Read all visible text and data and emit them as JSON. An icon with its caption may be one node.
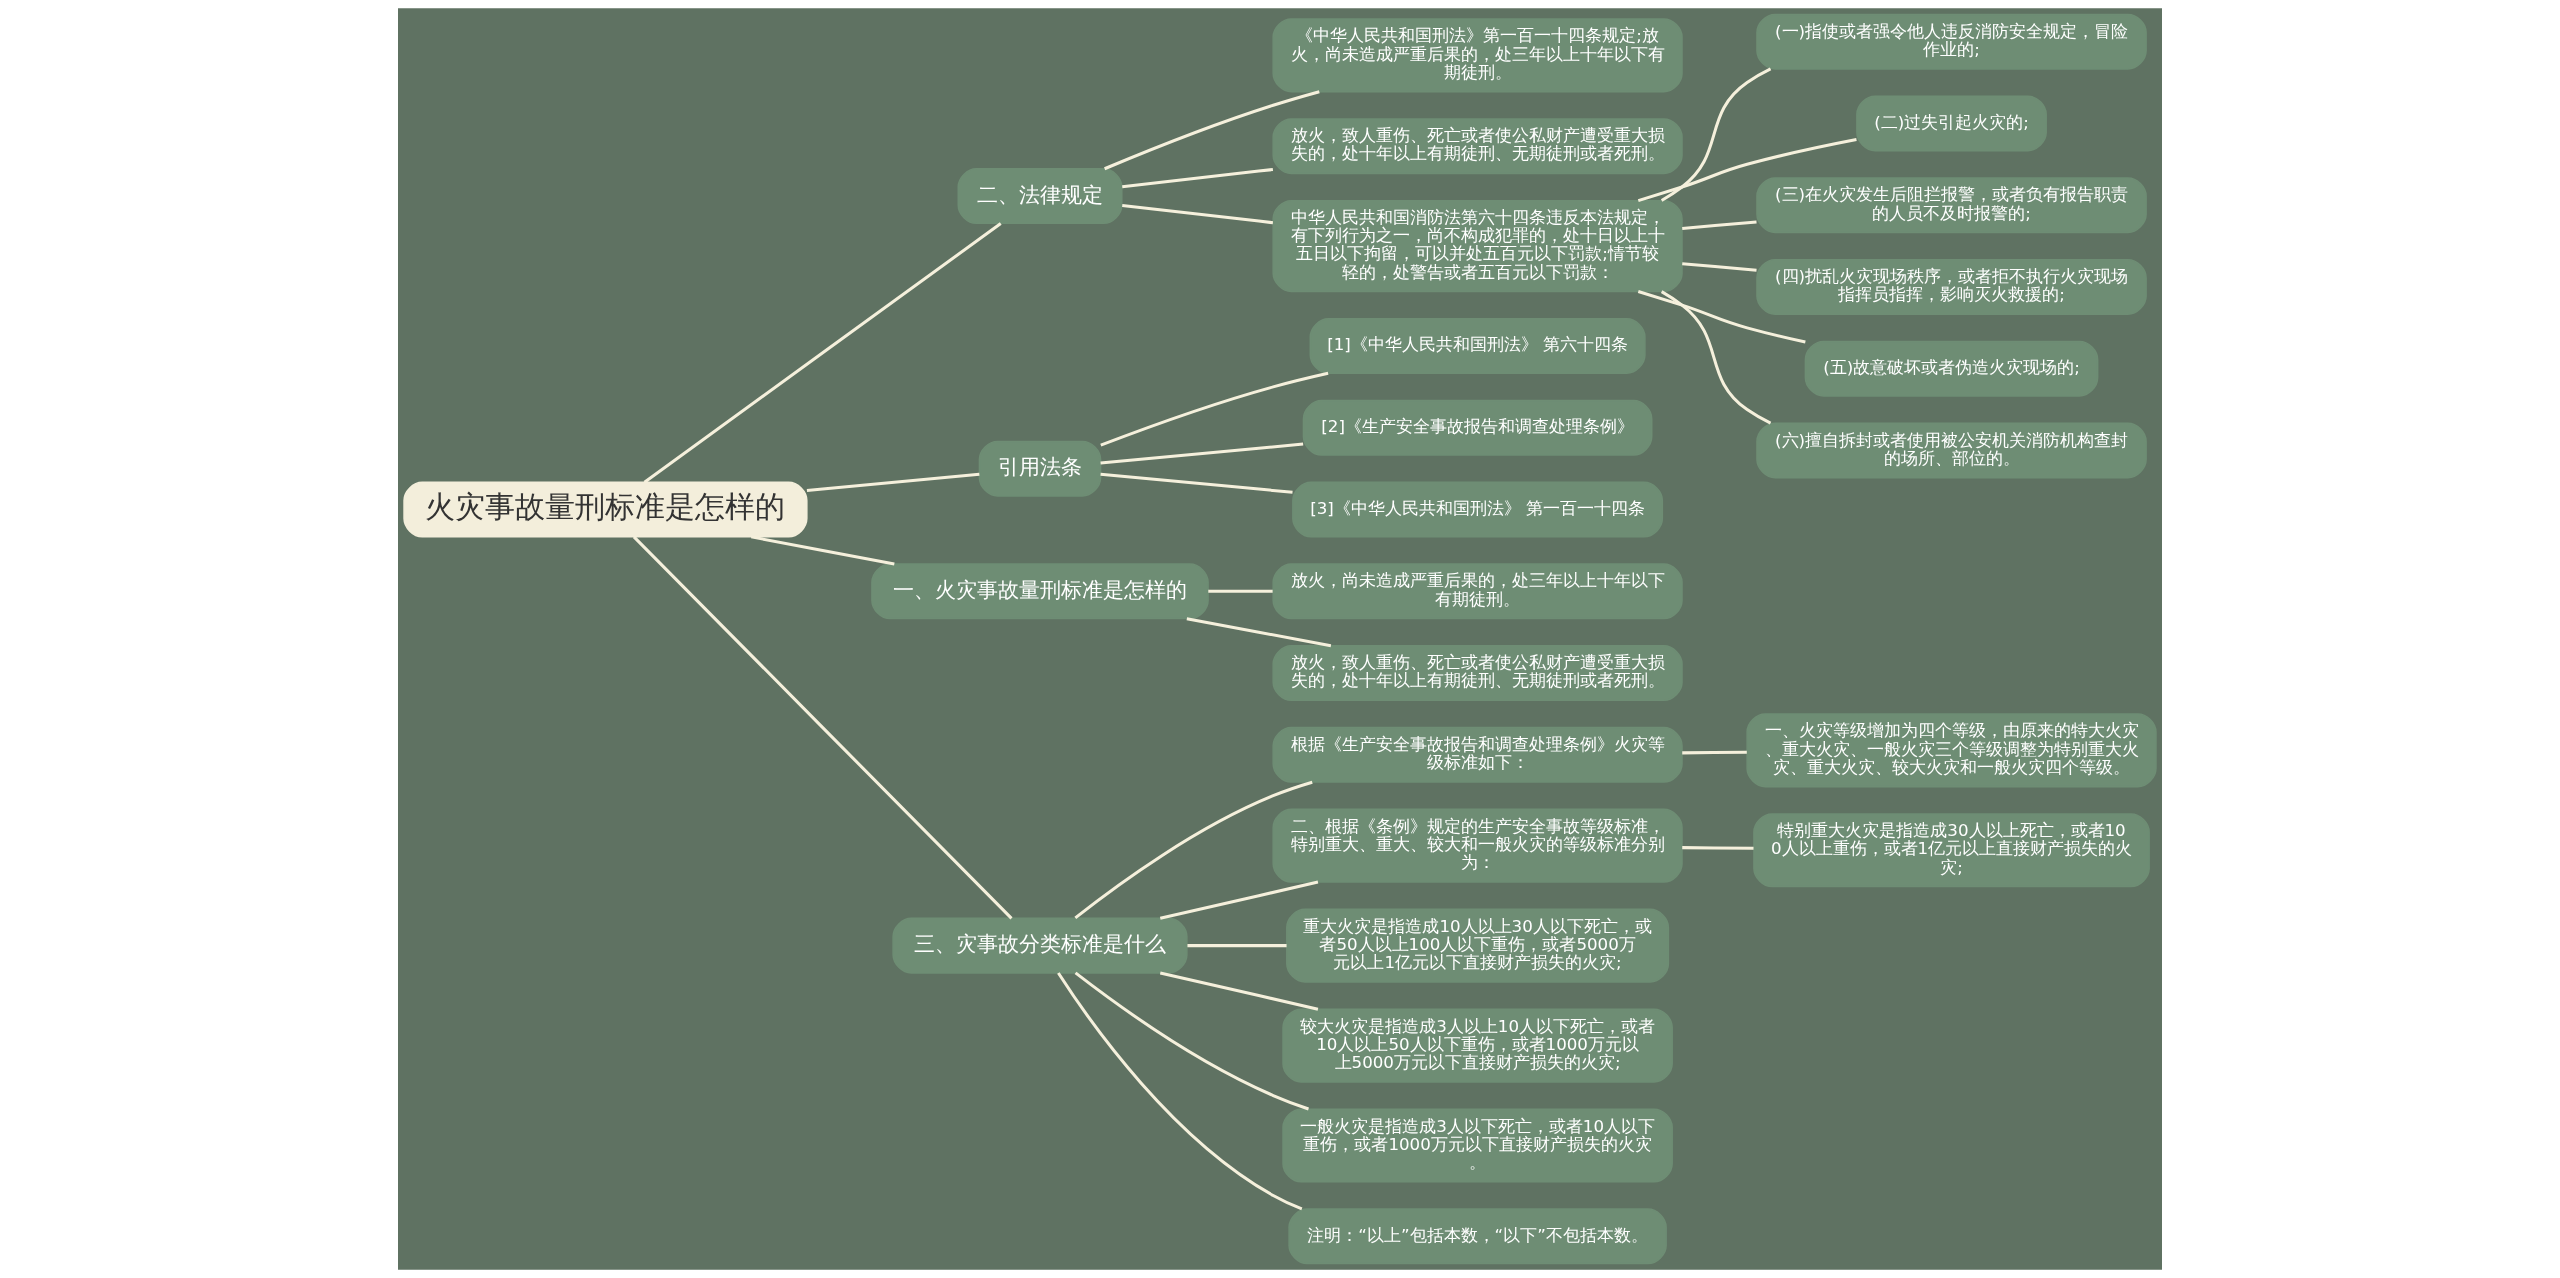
{
  "diagram": {
    "nodes": [
      {
        "text": [
          "火灾事故量刑标准是怎样的"
        ]
      },
      {
        "text": [
          "二、法律规定"
        ]
      },
      {
        "text": [
          "《中华人民共和国刑法》第一百一十四条规定;放火，尚未造成严重后果的，处三年以上十年以下有期徒刑。"
        ]
      },
      {
        "text": [
          "放火，致人重伤、死亡或者使公私财产遭受重大损失的，处十年以上有期徒刑、无期徒刑或者死刑。"
        ]
      },
      {
        "text": [
          "中华人民共和国消防法第六十四条违反本法规定，有下列行为之一，尚不构成犯罪的，处十日以上十五日以下拘留，可以并处五百元以下罚款;情节较轻的，处警告或者五百元以下罚款："
        ]
      },
      {
        "text": [
          "(一)指使或者强令他人违反消防安全规定，冒险作业的;"
        ]
      },
      {
        "text": [
          "(二)过失引起火灾的;"
        ]
      },
      {
        "text": [
          "(三)在火灾发生后阻拦报警，或者负有报告职责的人员不及时报警的;"
        ]
      },
      {
        "text": [
          "(四)扰乱火灾现场秩序，或者拒不执行火灾现场指挥员指挥，影响灭火救援的;"
        ]
      },
      {
        "text": [
          "(五)故意破坏或者伪造火灾现场的;"
        ]
      },
      {
        "text": [
          "(六)擅自拆封或者使用被公安机关消防机构查封的场所、部位的。"
        ]
      },
      {
        "text": [
          "引用法条"
        ]
      },
      {
        "text": [
          "[1]《中华人民共和国刑法》 第六十四条"
        ]
      },
      {
        "text": [
          "[2]《生产安全事故报告和调查处理条例》"
        ]
      },
      {
        "text": [
          "[3]《中华人民共和国刑法》 第一百一十四条"
        ]
      },
      {
        "text": [
          "一、火灾事故量刑标准是怎样的"
        ]
      },
      {
        "text": [
          "放火，尚未造成严重后果的，处三年以上十年以下有期徒刑。"
        ]
      },
      {
        "text": [
          "放火，致人重伤、死亡或者使公私财产遭受重大损失的，处十年以上有期徒刑、无期徒刑或者死刑。"
        ]
      },
      {
        "text": [
          "三、灾事故分类标准是什么"
        ]
      },
      {
        "text": [
          "根据《生产安全事故报告和调查处理条例》火灾等级标准如下："
        ]
      },
      {
        "text": [
          "一、火灾等级增加为四个等级，由原来的特大火灾、重大火灾、一般火灾三个等级调整为特别重大火灾、重大火灾、较大火灾和一般火灾四个等级。"
        ]
      },
      {
        "text": [
          "二、根据《条例》规定的生产安全事故等级标准，特别重大、重大、较大和一般火灾的等级标准分别为："
        ]
      },
      {
        "text": [
          "特别重大火灾是指造成30人以上死亡，或者100人以上重伤，或者1亿元以上直接财产损失的火灾;"
        ]
      },
      {
        "text": [
          "重大火灾是指造成10人以上30人以下死亡，或者50人以上100人以下重伤，或者5000万元以上1亿元以下直接财产损失的火灾;"
        ]
      },
      {
        "text": [
          "较大火灾是指造成3人以上10人以下死亡，或者10人以上50人以下重伤，或者1000万元以上5000万元以下直接财产损失的火灾;"
        ]
      },
      {
        "text": [
          "一般火灾是指造成3人以下死亡，或者10人以下重伤，或者1000万元以下直接财产损失的火灾。"
        ]
      },
      {
        "text": [
          "注明：“以上”包括本数，“以下”不包括本数。"
        ]
      }
    ],
    "edges": [
      {
        "from": 0,
        "to": 1,
        "arrow": "none"
      },
      {
        "from": 1,
        "to": 2,
        "arrow": "none"
      },
      {
        "from": 1,
        "to": 3,
        "arrow": "none"
      },
      {
        "from": 1,
        "to": 4,
        "arrow": "none"
      },
      {
        "from": 4,
        "to": 5,
        "arrow": "none"
      },
      {
        "from": 4,
        "to": 6,
        "arrow": "none"
      },
      {
        "from": 4,
        "to": 7,
        "arrow": "none"
      },
      {
        "from": 4,
        "to": 8,
        "arrow": "none"
      },
      {
        "from": 4,
        "to": 9,
        "arrow": "none"
      },
      {
        "from": 4,
        "to": 10,
        "arrow": "none"
      },
      {
        "from": 0,
        "to": 11,
        "arrow": "none"
      },
      {
        "from": 11,
        "to": 12,
        "arrow": "none"
      },
      {
        "from": 11,
        "to": 13,
        "arrow": "none"
      },
      {
        "from": 11,
        "to": 14,
        "arrow": "none"
      },
      {
        "from": 0,
        "to": 15,
        "arrow": "none"
      },
      {
        "from": 15,
        "to": 16,
        "arrow": "none"
      },
      {
        "from": 15,
        "to": 17,
        "arrow": "none"
      },
      {
        "from": 0,
        "to": 18,
        "arrow": "none"
      },
      {
        "from": 18,
        "to": 19,
        "arrow": "none"
      },
      {
        "from": 19,
        "to": 20,
        "arrow": "none"
      },
      {
        "from": 18,
        "to": 21,
        "arrow": "none"
      },
      {
        "from": 21,
        "to": 22,
        "arrow": "none"
      },
      {
        "from": 18,
        "to": 23,
        "arrow": "none"
      },
      {
        "from": 18,
        "to": 24,
        "arrow": "none"
      },
      {
        "from": 18,
        "to": 25,
        "arrow": "none"
      },
      {
        "from": 18,
        "to": 26,
        "arrow": "none"
      }
    ]
  }
}
